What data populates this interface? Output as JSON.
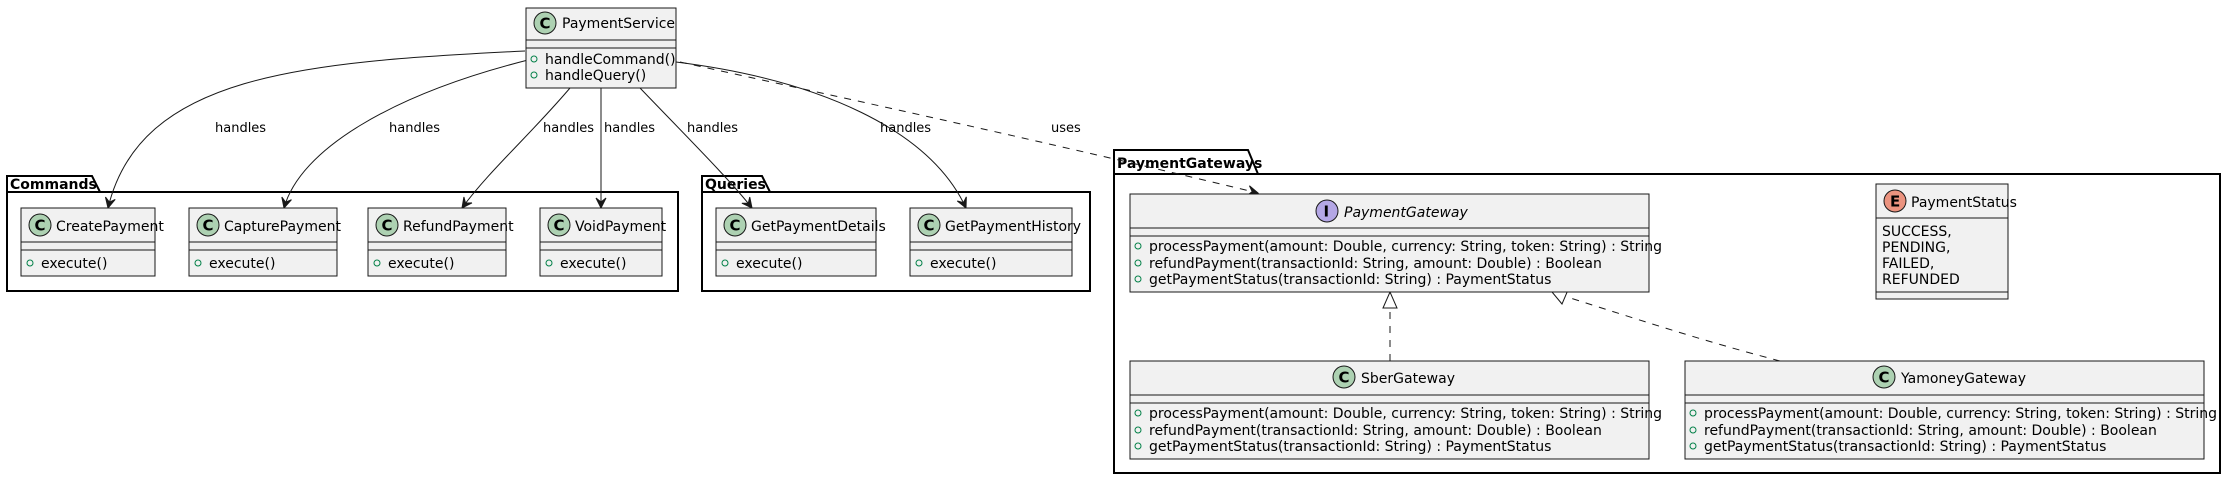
{
  "diagram": {
    "classes": {
      "payment_service": {
        "stereotype": "C",
        "name": "PaymentService",
        "methods": [
          "handleCommand()",
          "handleQuery()"
        ]
      },
      "create_payment": {
        "stereotype": "C",
        "name": "CreatePayment",
        "methods": [
          "execute()"
        ]
      },
      "capture_payment": {
        "stereotype": "C",
        "name": "CapturePayment",
        "methods": [
          "execute()"
        ]
      },
      "refund_payment": {
        "stereotype": "C",
        "name": "RefundPayment",
        "methods": [
          "execute()"
        ]
      },
      "void_payment": {
        "stereotype": "C",
        "name": "VoidPayment",
        "methods": [
          "execute()"
        ]
      },
      "get_payment_details": {
        "stereotype": "C",
        "name": "GetPaymentDetails",
        "methods": [
          "execute()"
        ]
      },
      "get_payment_history": {
        "stereotype": "C",
        "name": "GetPaymentHistory",
        "methods": [
          "execute()"
        ]
      },
      "payment_gateway": {
        "stereotype": "I",
        "name": "PaymentGateway",
        "methods": [
          "processPayment(amount: Double, currency: String, token: String) : String",
          "refundPayment(transactionId: String, amount: Double) : Boolean",
          "getPaymentStatus(transactionId: String) : PaymentStatus"
        ]
      },
      "sber_gateway": {
        "stereotype": "C",
        "name": "SberGateway",
        "methods": [
          "processPayment(amount: Double, currency: String, token: String) : String",
          "refundPayment(transactionId: String, amount: Double) : Boolean",
          "getPaymentStatus(transactionId: String) : PaymentStatus"
        ]
      },
      "yamoney_gateway": {
        "stereotype": "C",
        "name": "YamoneyGateway",
        "methods": [
          "processPayment(amount: Double, currency: String, token: String) : String",
          "refundPayment(transactionId: String, amount: Double) : Boolean",
          "getPaymentStatus(transactionId: String) : PaymentStatus"
        ]
      },
      "payment_status": {
        "stereotype": "E",
        "name": "PaymentStatus",
        "values": [
          "SUCCESS,",
          "PENDING,",
          "FAILED,",
          "REFUNDED"
        ]
      }
    },
    "packages": {
      "commands": "Commands",
      "queries": "Queries",
      "payment_gateways": "PaymentGateways"
    },
    "edge_labels": {
      "handles": "handles",
      "uses": "uses"
    },
    "colors": {
      "class_fill": "#f1f1f1",
      "class_badge": "#add1b2",
      "interface_badge": "#b4a7e5",
      "enum_badge": "#eb937f",
      "border": "#181818"
    }
  }
}
